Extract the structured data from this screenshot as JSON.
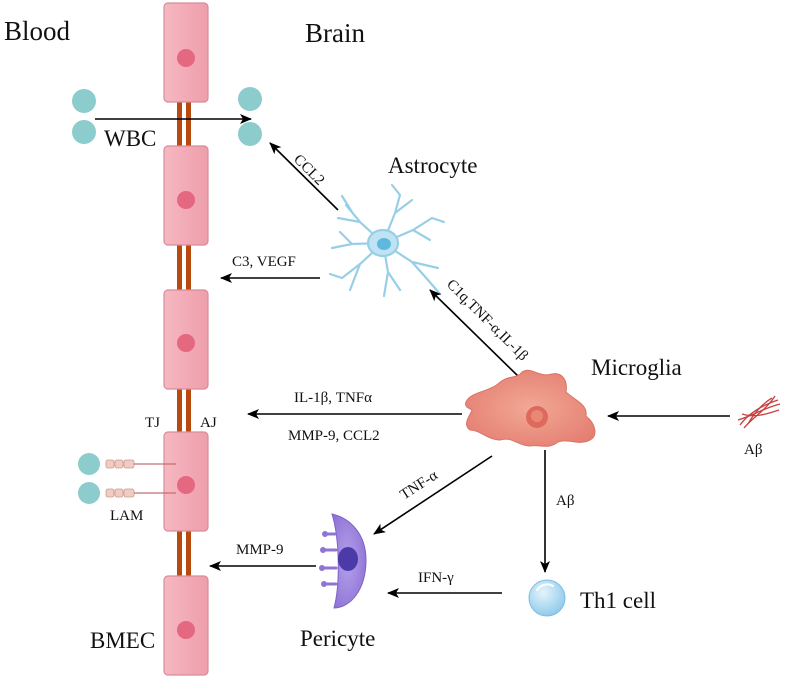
{
  "labels": {
    "blood": "Blood",
    "brain": "Brain",
    "wbc": "WBC",
    "astrocyte": "Astrocyte",
    "microglia": "Microglia",
    "pericyte": "Pericyte",
    "th1_cell": "Th1 cell",
    "abeta_source": "Aβ",
    "abeta_arrow": "Aβ",
    "tj": "TJ",
    "aj": "AJ",
    "lam": "LAM",
    "bmec": "BMEC"
  },
  "arrow_labels": {
    "ccl2": "CCL2",
    "c3_vegf": "C3, VEGF",
    "c1q_tnf_il1b": "C1q,TNF-α,IL-1β",
    "il1b_tnfa": "IL-1β, TNFα",
    "mmp9_ccl2": "MMP-9, CCL2",
    "tnf_alpha": "TNF-α",
    "mmp9": "MMP-9",
    "ifn_gamma": "IFN-γ"
  },
  "colors": {
    "endothelial_cell": "#f2a7b3",
    "endothelial_nucleus": "#e4687f",
    "junction": "#b84a10",
    "wbc": "#8ccccd",
    "astrocyte": "#a8d7ea",
    "microglia": "#e89080",
    "pericyte": "#9a80d8",
    "th1_cell": "#a8d6f0",
    "amyloid_beta": "#c84040"
  },
  "icons": {
    "endothelial": "endothelial-cell-icon",
    "astrocyte": "astrocyte-icon",
    "microglia": "microglia-icon",
    "pericyte": "pericyte-icon",
    "th1": "th1-cell-icon",
    "amyloid": "amyloid-beta-fibril-icon",
    "wbc": "white-blood-cell-icon",
    "lam": "leukocyte-adhesion-molecule-icon"
  }
}
